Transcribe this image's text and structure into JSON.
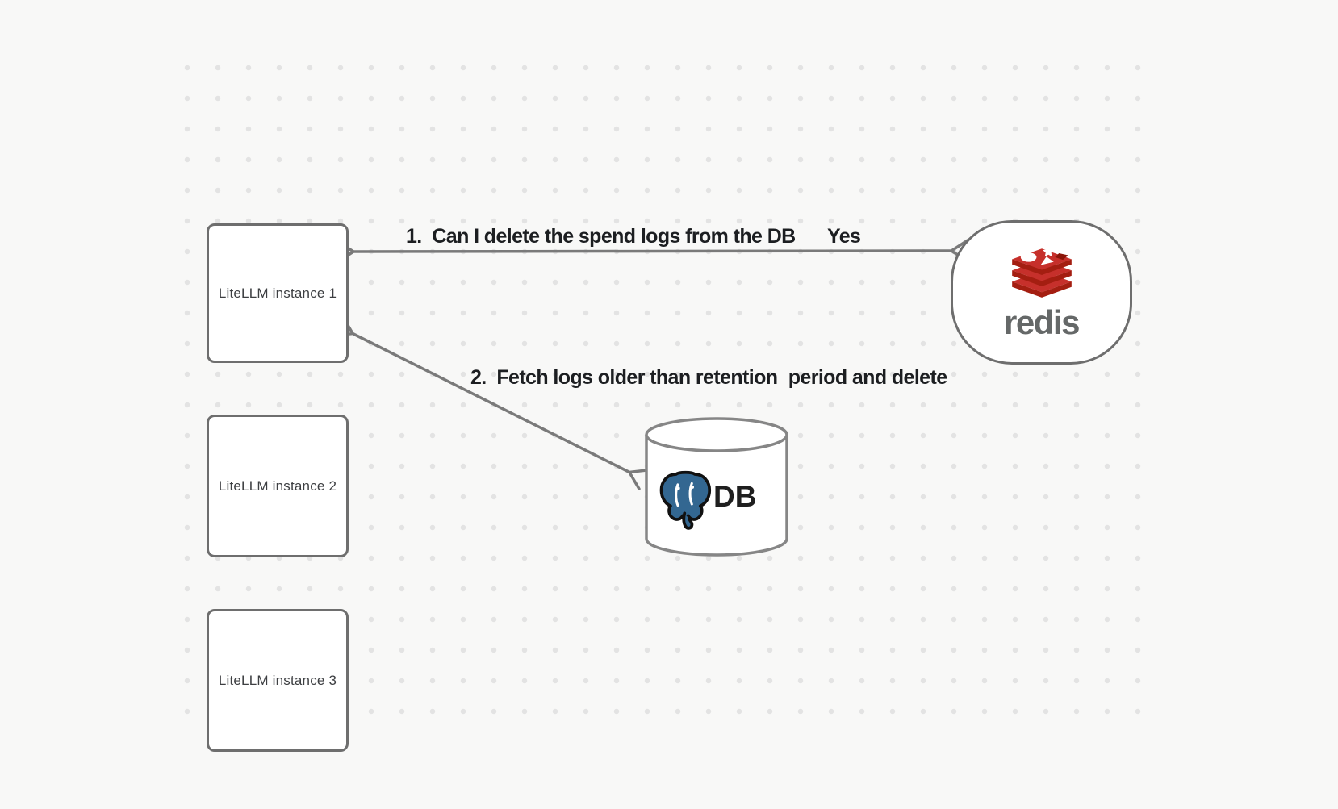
{
  "canvas": {
    "background": "#f8f8f7",
    "dot_color": "#e3e3e3"
  },
  "nodes": {
    "litellm_instances": [
      {
        "label": "LiteLLM instance 1"
      },
      {
        "label": "LiteLLM instance 2"
      },
      {
        "label": "LiteLLM instance 3"
      }
    ],
    "redis": {
      "wordmark": "redis"
    },
    "database": {
      "label": "DB"
    }
  },
  "arrows": {
    "arrow1": {
      "label": "1.  Can I delete the spend logs from the DB",
      "response_label": "Yes"
    },
    "arrow2": {
      "label": "2.  Fetch logs older than retention_period and delete"
    }
  },
  "colors": {
    "arrow_gray": "#7a7a7a",
    "node_border_gray": "#6e6e6e",
    "cylinder_border_gray": "#868686",
    "label_text": "#1c1e21",
    "box_label_text": "#3d3f42",
    "redis_red": "#C6302B",
    "redis_dark_red": "#A41E11",
    "redis_wordmark_gray": "#656868",
    "postgres_blue": "#336791"
  }
}
